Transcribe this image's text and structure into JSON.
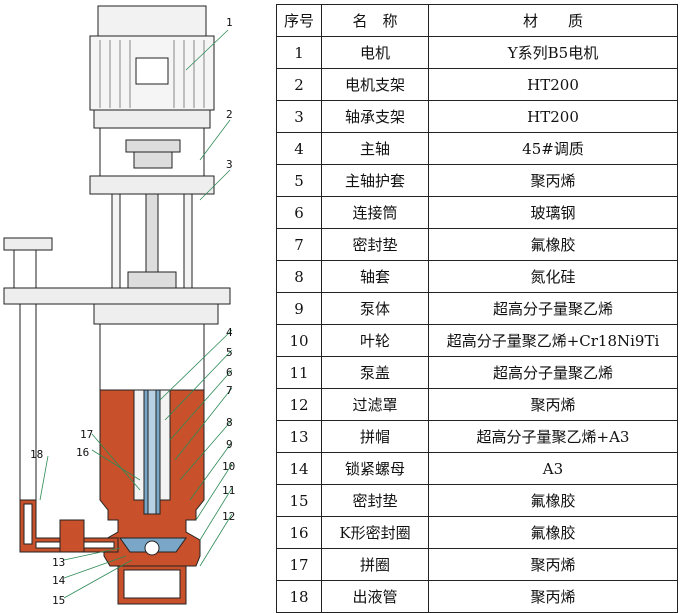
{
  "table": {
    "headers": {
      "no": "序号",
      "name": "名　称",
      "material": "材　　质"
    },
    "rows": [
      {
        "no": "1",
        "name": "电机",
        "material": "Y系列B5电机"
      },
      {
        "no": "2",
        "name": "电机支架",
        "material": "HT200"
      },
      {
        "no": "3",
        "name": "轴承支架",
        "material": "HT200"
      },
      {
        "no": "4",
        "name": "主轴",
        "material": "45#调质"
      },
      {
        "no": "5",
        "name": "主轴护套",
        "material": "聚丙烯"
      },
      {
        "no": "6",
        "name": "连接筒",
        "material": "玻璃钢"
      },
      {
        "no": "7",
        "name": "密封垫",
        "material": "氟橡胶"
      },
      {
        "no": "8",
        "name": "轴套",
        "material": "氮化硅"
      },
      {
        "no": "9",
        "name": "泵体",
        "material": "超高分子量聚乙烯"
      },
      {
        "no": "10",
        "name": "叶轮",
        "material": "超高分子量聚乙烯+Cr18Ni9Ti"
      },
      {
        "no": "11",
        "name": "泵盖",
        "material": "超高分子量聚乙烯"
      },
      {
        "no": "12",
        "name": "过滤罩",
        "material": "聚丙烯"
      },
      {
        "no": "13",
        "name": "拼帽",
        "material": "超高分子量聚乙烯+A3"
      },
      {
        "no": "14",
        "name": "锁紧螺母",
        "material": "A3"
      },
      {
        "no": "15",
        "name": "密封垫",
        "material": "氟橡胶"
      },
      {
        "no": "16",
        "name": "K形密封圈",
        "material": "氟橡胶"
      },
      {
        "no": "17",
        "name": "拼圈",
        "material": "聚丙烯"
      },
      {
        "no": "18",
        "name": "出液管",
        "material": "聚丙烯"
      }
    ]
  },
  "drawing": {
    "callouts": [
      "1",
      "2",
      "3",
      "4",
      "5",
      "6",
      "7",
      "8",
      "9",
      "10",
      "11",
      "12",
      "13",
      "14",
      "15",
      "16",
      "17",
      "18"
    ],
    "colors": {
      "plastic_body": "#c8502a",
      "shaft": "#7aa7c7",
      "metal": "#e8e8e8",
      "outline": "#222222"
    }
  }
}
